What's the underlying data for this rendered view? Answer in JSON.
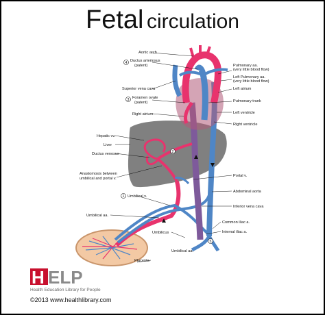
{
  "title": {
    "word1": "Fetal",
    "word2": "circulation"
  },
  "labels": {
    "aortic_arch": "Aortic arch",
    "ductus_arteriosus": "Ductus arteriosus",
    "ductus_arteriosus_sub": "(patent)",
    "pulmonary_aa": "Pulmonary aa.",
    "pulmonary_aa_sub": "(very little blood flow)",
    "left_pulmonary_aa": "Left Pulmonary aa.",
    "left_pulmonary_aa_sub": "(very little blood flow)",
    "superior_vena_cava": "Superior vena cava",
    "left_atrium": "Left atrium",
    "foramen_ovale": "Foramen ovale",
    "foramen_ovale_sub": "(patent)",
    "pulmonary_trunk": "Pulmonary trunk",
    "left_ventricle": "Left ventricle",
    "right_atrium": "Right atrium",
    "right_ventricle": "Right ventricle",
    "hepatic_vv": "Hepatic vv.",
    "liver": "Liver",
    "ductus_venosus": "Ductus venosus",
    "anastomosis_1": "Anastomosis between",
    "anastomosis_2": "umbilical and portal v.",
    "portal_v": "Portal v.",
    "abdominal_aorta": "Abdominal aorta",
    "umbilical_v": "Umbilical v.",
    "inferior_vena_cava": "Inferior vena cava",
    "umbilical_aa_top": "Umbilical aa.",
    "common_iliac": "Common iliac a.",
    "umbilicus": "Umbilicus",
    "internal_iliac": "Internal iliac a.",
    "umbilical_aa_bottom": "Umbilical aa.",
    "placenta": "Placenta"
  },
  "markers": {
    "m1": "1",
    "m2": "2",
    "m3": "3",
    "m4": "4",
    "m5": "5"
  },
  "logo": {
    "letters": "HELP",
    "tagline": "Health Education Library for People",
    "copyright": "©2013 www.healthlibrary.com"
  },
  "colors": {
    "oxygenated": "#e8336d",
    "deoxygenated": "#4f86c6",
    "mixed": "#7e5a9b",
    "liver": "#808080",
    "placenta": "#f3c9a4",
    "logo_red": "#c8102e",
    "logo_gray": "#8a8a8a"
  }
}
